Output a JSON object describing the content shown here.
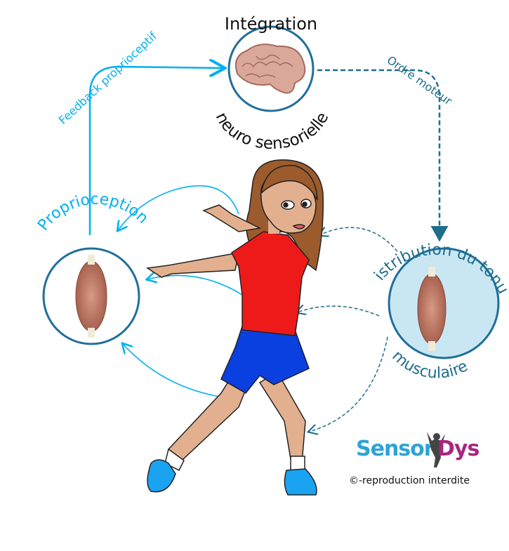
{
  "labels": {
    "integration_top": "Intégration",
    "integration_bottom": "neuro sensorielle",
    "feedback": "Feedback proprioceptif",
    "ordre_moteur": "Ordre moteur",
    "proprioception": "Proprioception",
    "distribution_top": "Distribution du tonus",
    "distribution_bottom": "musculaire"
  },
  "logo": {
    "part1": "Sensor",
    "part2": "Dys"
  },
  "copyright": "©-reproduction interdite",
  "colors": {
    "light_blue": "#00b0f0",
    "dark_teal": "#1f6e8c",
    "circle_stroke": "#1f6f9a",
    "distribution_fill": "#c9e7f3",
    "logo_blue": "#2ea3d6",
    "logo_magenta": "#a5267f"
  }
}
